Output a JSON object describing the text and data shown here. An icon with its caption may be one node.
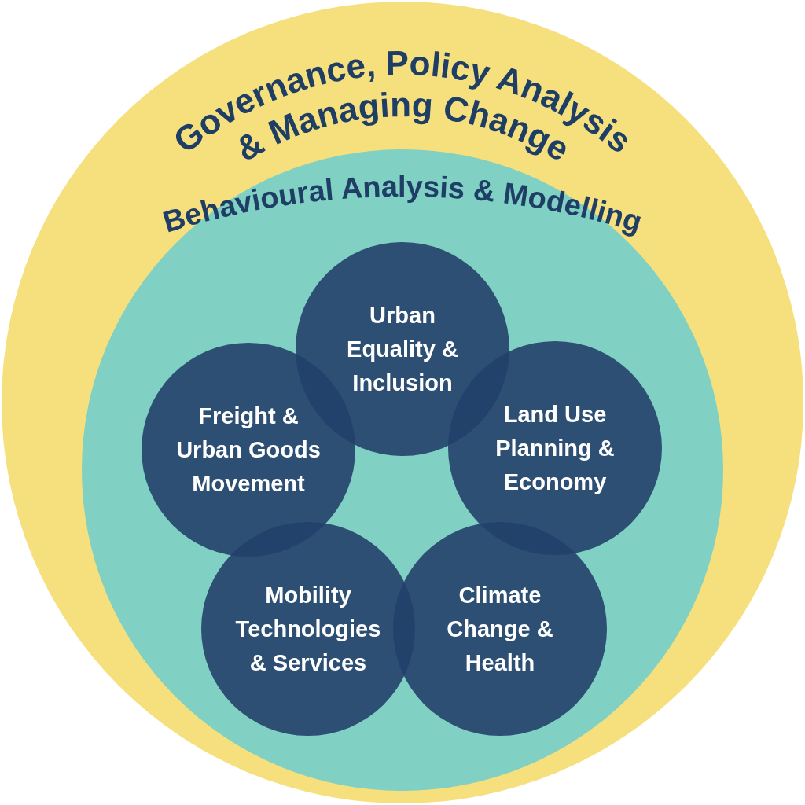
{
  "diagram": {
    "nodes": [
      {
        "text": [
          "Governance, Policy Analysis & Managing Change"
        ]
      },
      {
        "text": [
          "Behavioural Analysis & Modelling"
        ],
        "in": 0
      },
      {
        "text": [
          "Urban Equality & Inclusion"
        ],
        "in": 1
      },
      {
        "text": [
          "Freight & Urban Goods Movement"
        ],
        "in": 1
      },
      {
        "text": [
          "Land Use Planning & Economy"
        ],
        "in": 1
      },
      {
        "text": [
          "Mobility Technologies & Services"
        ],
        "in": 1
      },
      {
        "text": [
          "Climate Change & Health"
        ],
        "in": 1
      }
    ]
  }
}
